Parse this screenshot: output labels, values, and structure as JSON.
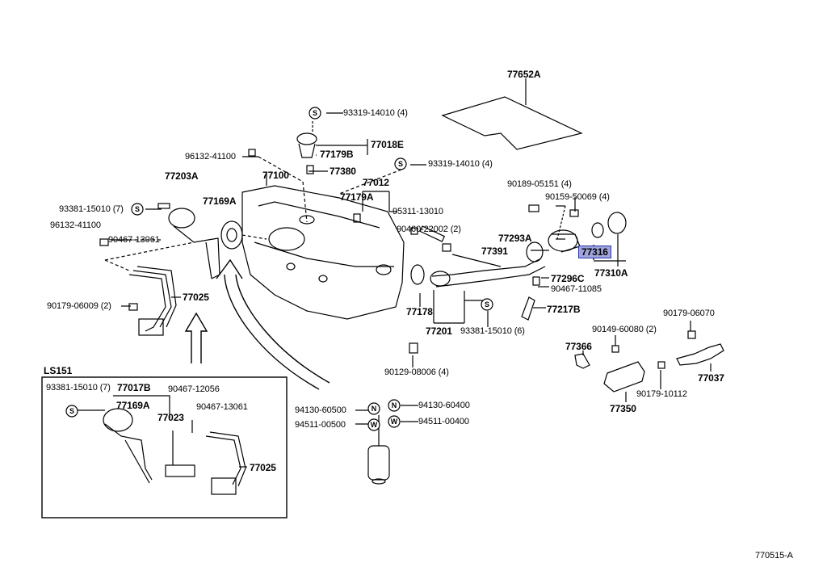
{
  "diagram_id": "770515-A",
  "inset": {
    "title": "LS151"
  },
  "labels": {
    "p77652A": "77652A",
    "p93319_1": "93319-14010 (4)",
    "p77018E": "77018E",
    "p77179B": "77179B",
    "p96132_top": "96132-41100",
    "p77380": "77380",
    "p93319_2": "93319-14010 (4)",
    "p77100": "77100",
    "p77012": "77012",
    "p77179A": "77179A",
    "p77203A": "77203A",
    "p77169A": "77169A",
    "p93381_top": "93381-15010 (7)",
    "p95311": "95311-13010",
    "p96132_left": "96132-41100",
    "p90460": "90460-22002 (2)",
    "p90467_13061": "90467-13061",
    "p90189": "90189-05151 (4)",
    "p90159": "90159-50069 (4)",
    "p77293A": "77293A",
    "p77391": "77391",
    "p77316": "77316",
    "p77310A": "77310A",
    "p77296C": "77296C",
    "p90467_11085": "90467-11085",
    "p77217B": "77217B",
    "p77025": "77025",
    "p90179_06009": "90179-06009 (2)",
    "p77178": "77178",
    "p77201": "77201",
    "p93381_mid": "93381-15010 (6)",
    "p90179_06070": "90179-06070",
    "p90149": "90149-60080 (2)",
    "p77366": "77366",
    "p77037": "77037",
    "p90129": "90129-08006 (4)",
    "p90179_10112": "90179-10112",
    "p77350": "77350",
    "p94130_left": "94130-60500",
    "p94130_right": "94130-60400",
    "p94511_left": "94511-00500",
    "p94511_right": "94511-00400",
    "i93381": "93381-15010 (7)",
    "i77017B": "77017B",
    "i90467_12056": "90467-12056",
    "i77169A": "77169A",
    "i77023": "77023",
    "i90467_13061": "90467-13061",
    "i77025": "77025"
  },
  "symbols": {
    "s": "S",
    "n": "N",
    "w": "W"
  },
  "highlight_color": "#9fa4dc"
}
